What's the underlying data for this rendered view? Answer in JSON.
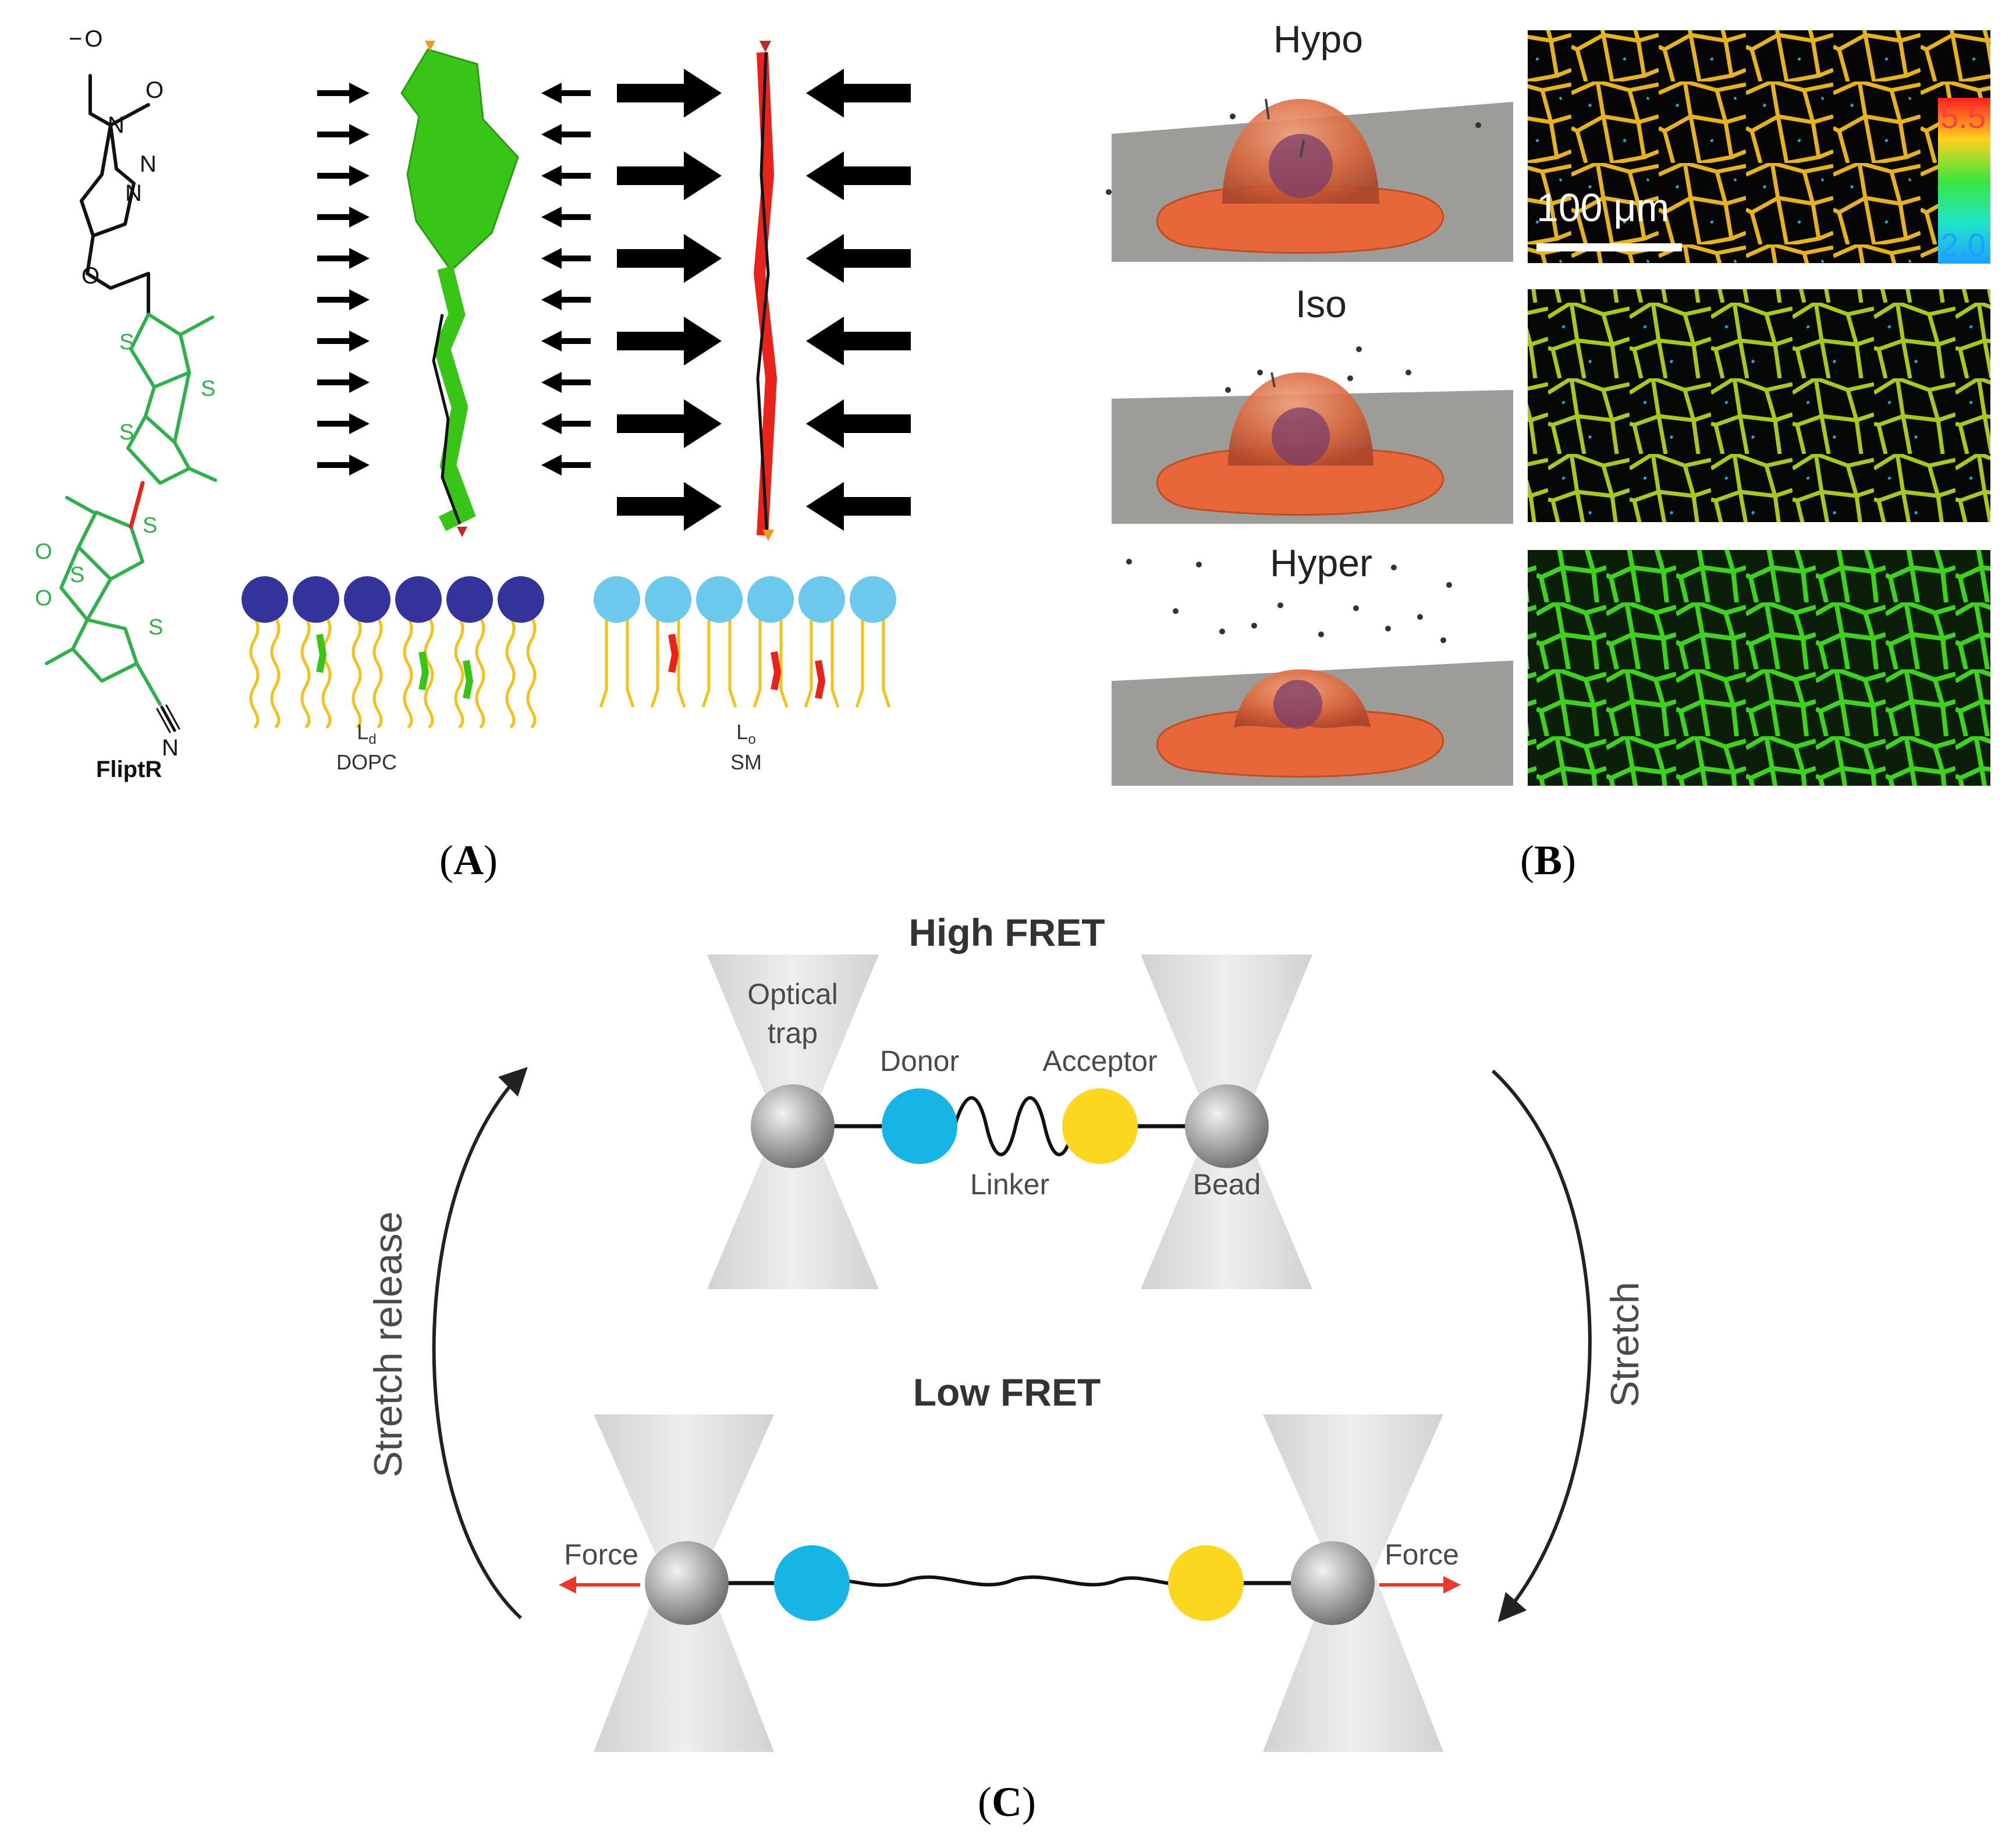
{
  "panel_a": {
    "molecule": {
      "name": "FliptR",
      "charge": "−",
      "oxygen": "O",
      "nitrogen": "N",
      "sulfur": "S"
    },
    "membranes": [
      {
        "phase": "L",
        "phase_sub": "d",
        "lipid": "DOPC",
        "head_color": "#34339b"
      },
      {
        "phase": "L",
        "phase_sub": "o",
        "lipid": "SM",
        "head_color": "#6cc8ec"
      }
    ],
    "colors": {
      "probe_ld": "#39c418",
      "probe_lo": "#e8231c",
      "tails": "#f2c21a",
      "arrow": "#000000",
      "marker_orange": "#f39a1e",
      "marker_red": "#c0282a"
    }
  },
  "panel_b": {
    "conditions": [
      "Hypo",
      "Iso",
      "Hyper"
    ],
    "scale_bar": "100 μm",
    "colorbar": {
      "max": "5.5",
      "min": "2.0"
    },
    "colors": {
      "cell": "#e8673a",
      "nucleus": "#7b3c6a",
      "substrate": "#9e9c98",
      "micrograph_bg": "#050505"
    }
  },
  "panel_c": {
    "top_title": "High FRET",
    "bottom_title": "Low FRET",
    "labels": {
      "optical_trap": "Optical",
      "optical_trap_2": "trap",
      "donor": "Donor",
      "acceptor": "Acceptor",
      "linker": "Linker",
      "bead": "Bead",
      "force_left": "Force",
      "force_right": "Force"
    },
    "left_arrow": "Stretch release",
    "right_arrow": "Stretch",
    "colors": {
      "donor": "#17b4e6",
      "acceptor": "#fbd71f",
      "force": "#e8392c",
      "bead": "#9a9a9a"
    }
  },
  "captions": {
    "a": [
      "(",
      "A",
      ")"
    ],
    "b": [
      "(",
      "B",
      ")"
    ],
    "c": [
      "(",
      "C",
      ")"
    ]
  }
}
